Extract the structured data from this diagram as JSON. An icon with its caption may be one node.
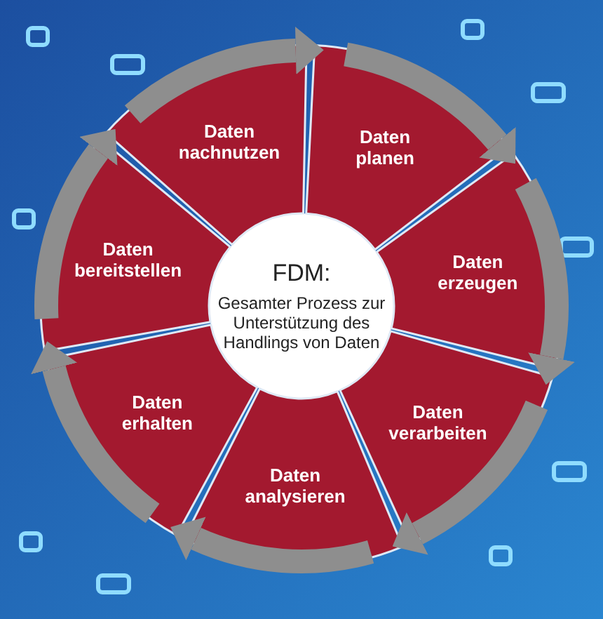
{
  "diagram": {
    "nodes": [
      {
        "text": [
          "FDM:",
          "Gesamter Prozess zur Unterstützung des Handlings von Daten"
        ]
      },
      {
        "text": [
          "Daten planen"
        ]
      },
      {
        "text": [
          "Daten erzeugen"
        ]
      },
      {
        "text": [
          "Daten verarbeiten"
        ]
      },
      {
        "text": [
          "Daten analysieren"
        ]
      },
      {
        "text": [
          "Daten erhalten"
        ]
      },
      {
        "text": [
          "Daten bereitstellen"
        ]
      },
      {
        "text": [
          "Daten nachnutzen"
        ]
      }
    ],
    "edges": [
      {
        "from": 1,
        "to": 2,
        "arrow": "to"
      },
      {
        "from": 2,
        "to": 3,
        "arrow": "to"
      },
      {
        "from": 3,
        "to": 4,
        "arrow": "to"
      },
      {
        "from": 4,
        "to": 5,
        "arrow": "to"
      },
      {
        "from": 5,
        "to": 6,
        "arrow": "to"
      },
      {
        "from": 6,
        "to": 7,
        "arrow": "to"
      },
      {
        "from": 7,
        "to": 1,
        "arrow": "to"
      }
    ]
  }
}
